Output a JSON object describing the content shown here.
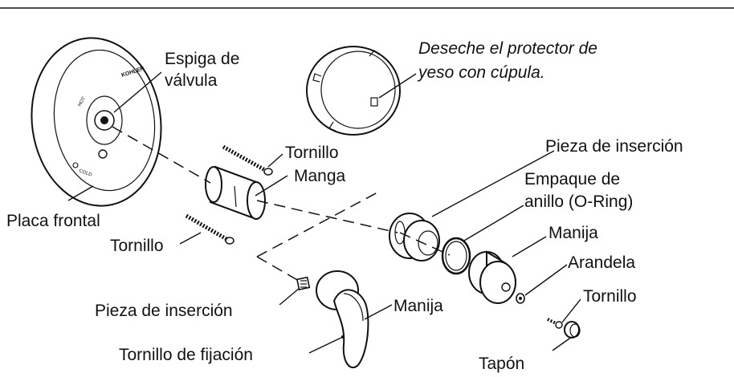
{
  "labels": {
    "espiga_1": "Espiga de",
    "espiga_2": "válvula",
    "deseche_1": "Deseche el protector de",
    "deseche_2": "yeso con cúpula.",
    "tornillo_top": "Tornillo",
    "manga": "Manga",
    "pieza_insercion_right": "Pieza de inserción",
    "empaque_1": "Empaque de",
    "empaque_2": "anillo (O-Ring)",
    "manija_right": "Manija",
    "arandela": "Arandela",
    "placa_frontal": "Placa frontal",
    "tornillo_left": "Tornillo",
    "tornillo_right": "Tornillo",
    "pieza_insercion_left": "Pieza de inserción",
    "manija_bottom": "Manija",
    "tornillo_fijacion": "Tornillo de fijación",
    "tapon": "Tapón"
  },
  "plate_markings": {
    "brand": "KOHLER",
    "hot": "HOT",
    "cold": "COLD"
  }
}
